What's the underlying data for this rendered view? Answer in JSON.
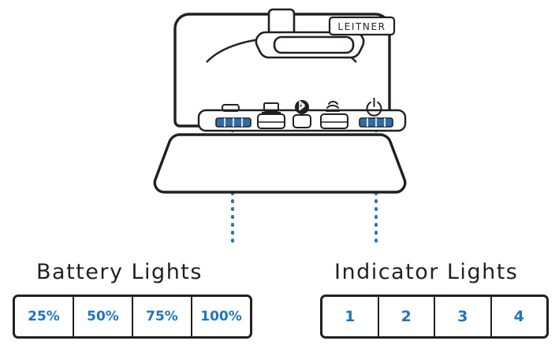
{
  "diagram": {
    "device": {
      "brand_label": "LEITNER",
      "brand_label_name": "leitner-logo"
    },
    "icons": [
      {
        "name": "usb-charge-icon",
        "label": "USB charging port"
      },
      {
        "name": "computer-icon",
        "label": "Computer"
      },
      {
        "name": "bluetooth-icon",
        "label": "Bluetooth"
      },
      {
        "name": "desk-phone-icon",
        "label": "Desk phone"
      },
      {
        "name": "power-icon",
        "label": "Power"
      }
    ],
    "leader_lines": [
      {
        "name": "battery-leader-line",
        "from": "battery-lights",
        "to": "battery-legend"
      },
      {
        "name": "indicator-leader-line",
        "from": "indicator-lights",
        "to": "indicator-legend"
      }
    ]
  },
  "legends": {
    "battery": {
      "title": "Battery Lights",
      "cells": [
        "25%",
        "50%",
        "75%",
        "100%"
      ]
    },
    "indicator": {
      "title": "Indicator Lights",
      "cells": [
        "1",
        "2",
        "3",
        "4"
      ]
    }
  },
  "colors": {
    "outline": "#231f20",
    "accent": "#2175bd",
    "led": "#2e6ea6",
    "background": "#ffffff"
  }
}
